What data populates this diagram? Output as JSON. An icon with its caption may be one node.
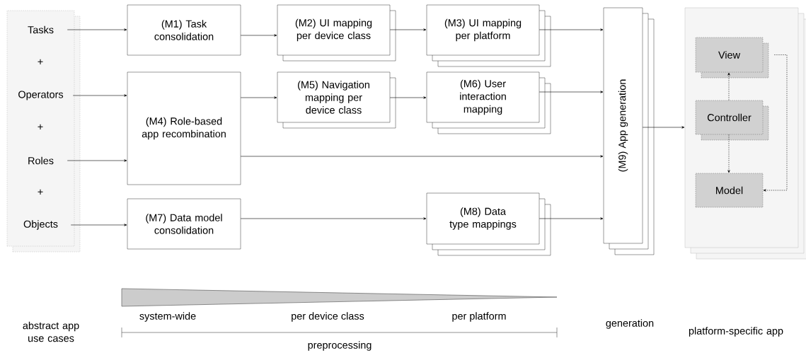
{
  "diagram": {
    "nodes": [
      {
        "text": [],
        "shape": "box"
      },
      {
        "text": [
          "Tasks"
        ],
        "in": 0
      },
      {
        "text": [
          "Operators"
        ],
        "in": 0
      },
      {
        "text": [
          "Roles"
        ],
        "in": 0
      },
      {
        "text": [
          "Objects"
        ],
        "in": 0
      },
      {
        "text": [
          "(M1) Task consolidation"
        ]
      },
      {
        "text": [
          "(M2) UI mapping per device class"
        ]
      },
      {
        "text": [
          "(M3) UI mapping per platform"
        ]
      },
      {
        "text": [
          "(M4) Role-based app recombination"
        ]
      },
      {
        "text": [
          "(M5) Navigation mapping per device class"
        ]
      },
      {
        "text": [
          "(M6) User interaction mapping"
        ]
      },
      {
        "text": [
          "(M7) Data model consolidation"
        ]
      },
      {
        "text": [
          "(M8) Data type mappings"
        ]
      },
      {
        "text": [
          "(M9) App generation"
        ]
      },
      {
        "text": [],
        "shape": "box"
      },
      {
        "text": [
          "View"
        ],
        "in": 14
      },
      {
        "text": [
          "Controller"
        ],
        "in": 14
      },
      {
        "text": [
          "Model"
        ],
        "in": 14
      }
    ],
    "edges": [
      {
        "from": 1,
        "to": 5,
        "arrow": "to"
      },
      {
        "from": 2,
        "to": 8,
        "arrow": "to"
      },
      {
        "from": 3,
        "to": 8,
        "arrow": "to"
      },
      {
        "from": 4,
        "to": 11,
        "arrow": "to"
      },
      {
        "from": 5,
        "to": 6,
        "arrow": "to"
      },
      {
        "from": 6,
        "to": 7,
        "arrow": "to"
      },
      {
        "from": 7,
        "to": 13,
        "arrow": "to"
      },
      {
        "from": 8,
        "to": 9,
        "arrow": "to"
      },
      {
        "from": 9,
        "to": 10,
        "arrow": "to"
      },
      {
        "from": 10,
        "to": 13,
        "arrow": "to"
      },
      {
        "from": 8,
        "to": 13,
        "arrow": "to"
      },
      {
        "from": 11,
        "to": 12,
        "arrow": "to"
      },
      {
        "from": 12,
        "to": 13,
        "arrow": "to"
      },
      {
        "from": 13,
        "to": 14,
        "arrow": "to"
      },
      {
        "from": 16,
        "to": 15,
        "arrow": "to",
        "style": "dashed"
      },
      {
        "from": 16,
        "to": 17,
        "arrow": "to",
        "style": "dashed"
      },
      {
        "from": 15,
        "to": 17,
        "arrow": "to",
        "style": "dashed"
      }
    ],
    "labels": [
      "+",
      "+",
      "+",
      "abstract app use cases",
      "system-wide",
      "per device class",
      "per platform",
      "generation",
      "platform-specific app",
      "preprocessing"
    ]
  }
}
